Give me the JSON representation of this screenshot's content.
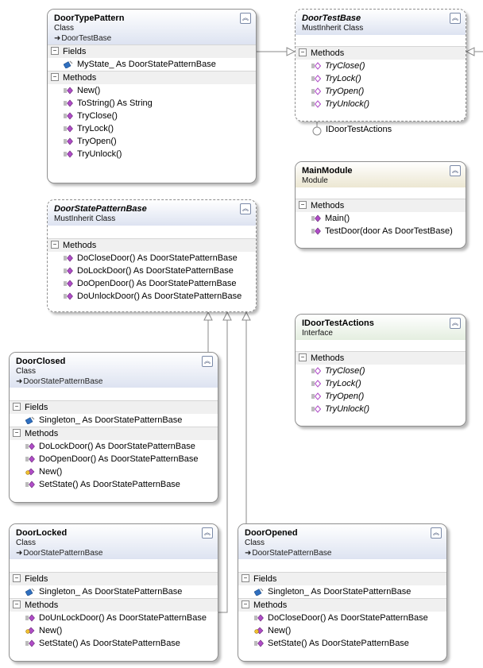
{
  "classes": {
    "door_type_pattern": {
      "name": "DoorTypePattern",
      "kind": "Class",
      "base": "DoorTestBase",
      "fields_label": "Fields",
      "fields": [
        "MyState_ As DoorStatePatternBase"
      ],
      "methods_label": "Methods",
      "methods": [
        "New()",
        "ToString() As String",
        "TryClose()",
        "TryLock()",
        "TryOpen()",
        "TryUnlock()"
      ]
    },
    "door_test_base": {
      "name": "DoorTestBase",
      "kind": "MustInherit Class",
      "methods_label": "Methods",
      "methods": [
        "TryClose()",
        "TryLock()",
        "TryOpen()",
        "TryUnlock()"
      ],
      "lollipop_label": "IDoorTestActions"
    },
    "main_module": {
      "name": "MainModule",
      "kind": "Module",
      "methods_label": "Methods",
      "methods": [
        "Main()",
        "TestDoor(door As DoorTestBase)"
      ]
    },
    "door_state_pattern_base": {
      "name": "DoorStatePatternBase",
      "kind": "MustInherit Class",
      "methods_label": "Methods",
      "methods": [
        "DoCloseDoor() As DoorStatePatternBase",
        "DoLockDoor() As DoorStatePatternBase",
        "DoOpenDoor() As DoorStatePatternBase",
        "DoUnlockDoor() As DoorStatePatternBase"
      ]
    },
    "i_door_test_actions": {
      "name": "IDoorTestActions",
      "kind": "Interface",
      "methods_label": "Methods",
      "methods": [
        "TryClose()",
        "TryLock()",
        "TryOpen()",
        "TryUnlock()"
      ]
    },
    "door_closed": {
      "name": "DoorClosed",
      "kind": "Class",
      "base": "DoorStatePatternBase",
      "fields_label": "Fields",
      "fields": [
        "Singleton_ As DoorStatePatternBase"
      ],
      "methods_label": "Methods",
      "methods": [
        "DoLockDoor() As DoorStatePatternBase",
        "DoOpenDoor() As DoorStatePatternBase",
        "New()",
        "SetState() As DoorStatePatternBase"
      ]
    },
    "door_locked": {
      "name": "DoorLocked",
      "kind": "Class",
      "base": "DoorStatePatternBase",
      "fields_label": "Fields",
      "fields": [
        "Singleton_ As DoorStatePatternBase"
      ],
      "methods_label": "Methods",
      "methods": [
        "DoUnLockDoor() As DoorStatePatternBase",
        "New()",
        "SetState() As DoorStatePatternBase"
      ]
    },
    "door_opened": {
      "name": "DoorOpened",
      "kind": "Class",
      "base": "DoorStatePatternBase",
      "fields_label": "Fields",
      "fields": [
        "Singleton_ As DoorStatePatternBase"
      ],
      "methods_label": "Methods",
      "methods": [
        "DoCloseDoor() As DoorStatePatternBase",
        "New()",
        "SetState() As DoorStatePatternBase"
      ]
    }
  },
  "icons": {
    "method": "method-icon",
    "abstract_method": "abstract-method-icon",
    "field": "field-icon",
    "constructor": "constructor-icon",
    "collapse": "double-chevron-up-icon",
    "inherits": "inherits-arrow-icon",
    "interface_lollipop": "interface-lollipop-icon"
  },
  "colors": {
    "class_header": "#dde3f1",
    "module_header": "#ece7d2",
    "interface_header": "#e4eee0",
    "method_icon": "#b04cc8",
    "field_icon": "#2f6fbf"
  }
}
